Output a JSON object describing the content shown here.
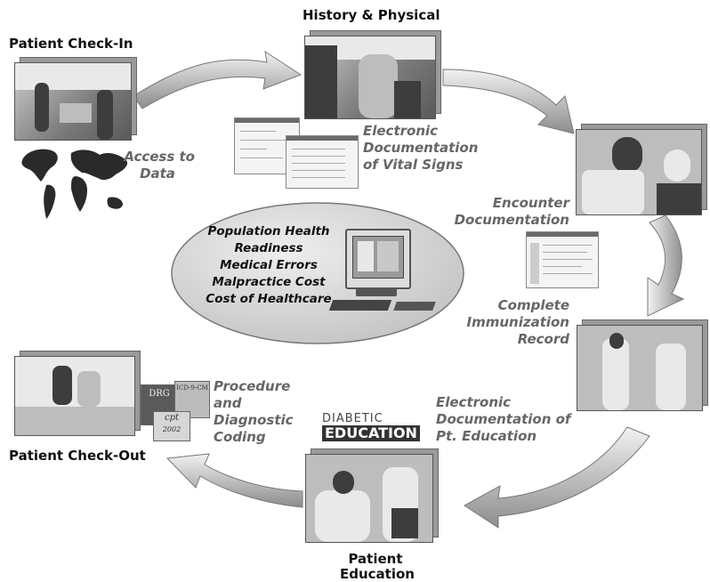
{
  "stages": {
    "check_in": "Patient Check-In",
    "history": "History & Physical",
    "education": [
      "Patient",
      "Education"
    ],
    "check_out": "Patient Check-Out"
  },
  "annotations": {
    "access": [
      "Access to",
      "Data"
    ],
    "vitals": [
      "Electronic",
      "Documentation",
      "of Vital Signs"
    ],
    "encounter": [
      "Encounter",
      "Documentation"
    ],
    "immunization": [
      "Complete",
      "Immunization",
      "Record"
    ],
    "pt_education": [
      "Electronic",
      "Documentation of",
      "Pt. Education"
    ],
    "coding": [
      "Procedure",
      "and",
      "Diagnostic",
      "Coding"
    ]
  },
  "center": {
    "items": [
      "Population Health",
      "Readiness",
      "Medical Errors",
      "Malpractice Cost",
      "Cost of Healthcare"
    ]
  },
  "logos": {
    "diabetic_education": [
      "DIABETIC",
      "EDUCATION"
    ],
    "drg": "DRG",
    "icd": "ICD-9-CM",
    "cpt": "cpt",
    "cpt_year": "2002"
  },
  "colors": {
    "arrow_light": "#eeeeee",
    "arrow_dark": "#8c8c8c",
    "ellipse_fill": "#d9d9d9",
    "annotation_gray": "#666666"
  }
}
